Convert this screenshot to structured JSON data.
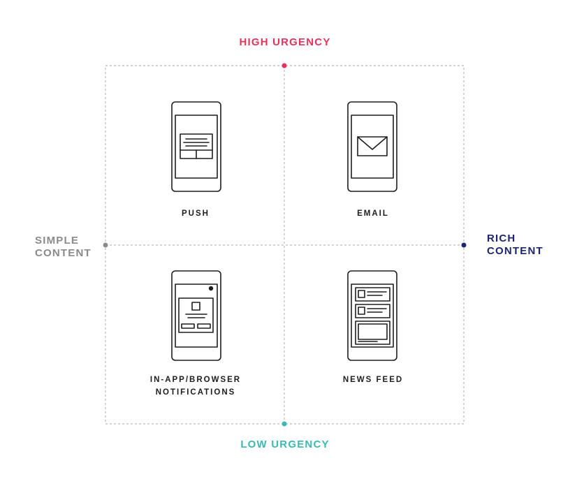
{
  "axes": {
    "top": "HIGH URGENCY",
    "bottom": "LOW URGENCY",
    "left": "SIMPLE\nCONTENT",
    "right": "RICH\nCONTENT"
  },
  "quadrants": {
    "top_left": "PUSH",
    "top_right": "EMAIL",
    "bottom_left": "IN-APP/BROWSER\nNOTIFICATIONS",
    "bottom_right": "NEWS FEED"
  },
  "icons": {
    "top_left": "phone-push-notification-icon",
    "top_right": "phone-email-icon",
    "bottom_left": "phone-in-app-notification-icon",
    "bottom_right": "phone-news-feed-icon"
  },
  "colors": {
    "high_urgency": "#e8325a",
    "low_urgency": "#3bb8b4",
    "simple_content": "#8a8a8a",
    "rich_content": "#1f2470",
    "grid_line": "#b9b9b9",
    "icon_stroke": "#1d1d1d"
  }
}
